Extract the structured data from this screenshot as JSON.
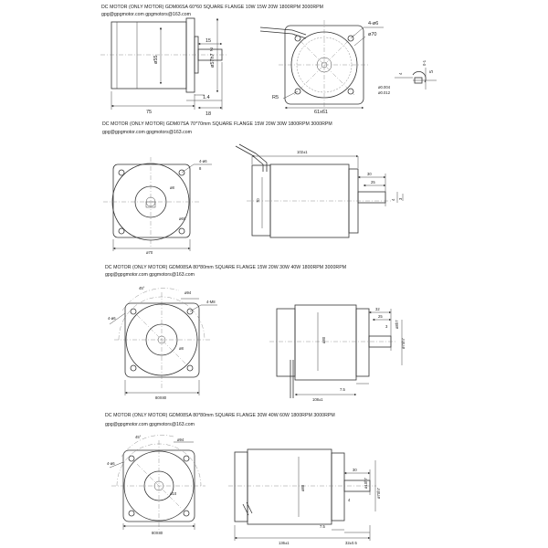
{
  "sections": [
    {
      "title": "DC MOTOR (ONLY MOTOR) GDM06SA 60*60 SQUARE FLANGE 10W 15W 20W 1800RPM 3000RPM",
      "contact": "gpg@gpgmotor.com   gpgmotors@163.com",
      "dims": {
        "d55": "ø55",
        "d57h7": "ø57h7",
        "d15": "15",
        "d2": "2",
        "d75": "75",
        "d1_4": "1.4",
        "d18": "18",
        "d4_6": "4-ø6",
        "d70": "ø70",
        "r5": "R5",
        "d61": "61x61",
        "d4": "4",
        "d0_1": "0-1",
        "d5": "5",
        "d0_004": "ø0.004",
        "d0_012": "ø0.012"
      }
    },
    {
      "title": "DC MOTOR (ONLY MOTOR) GDM07SA 70*70mm SQUARE FLANGE 15W 20W 30W 1800RPM 3000RPM",
      "contact": "gpg@gpgmotor.com   gpgmotors@163.com",
      "dims": {
        "d102": "102±1",
        "d30": "30",
        "d25": "25",
        "d4_6": "4-ø6",
        "d70": "ø70",
        "d60": "ø60",
        "d8": "ø8",
        "d70x70": "70",
        "d4": "4",
        "d8b": "8",
        "d3": "3"
      }
    },
    {
      "title": "DC MOTOR (ONLY MOTOR) GDM08SA 80*80mm SQUARE FLANGE 15W 20W 30W 40W 1800RPM 3000RPM",
      "contact": "gpg@gpgmotor.com   gpgmotors@163.com",
      "dims": {
        "d45": "45°",
        "d94": "ø94",
        "d4_6": "4-ø6",
        "d4_m8": "4-M8",
        "d8": "ø8",
        "d80x80": "80X80",
        "d32": "32",
        "d25": "25",
        "d3": "3",
        "d8h7": "ø8h7",
        "d70h7": "ø70h7",
        "d80": "ø80",
        "d7_5": "7.5",
        "d108": "108±1"
      }
    },
    {
      "title": "DC MOTOR (ONLY MOTOR) GDM08SA 80*80mm SQUARE FLANGE 30W 40W 60W 1800RPM 3000RPM",
      "contact": "gpg@gpgmotor.com   gpgmotors@163.com",
      "dims": {
        "d45": "45°",
        "d94": "ø94",
        "d4_6": "4-ø6",
        "d10": "ø10",
        "d80x80": "80X80",
        "d30": "30",
        "d4": "4",
        "d10h7": "ø10h7",
        "d70h7": "ø70h7",
        "d80": "ø80",
        "d7_5": "7.5",
        "d136": "136±1",
        "d32": "32±0.5"
      }
    }
  ]
}
